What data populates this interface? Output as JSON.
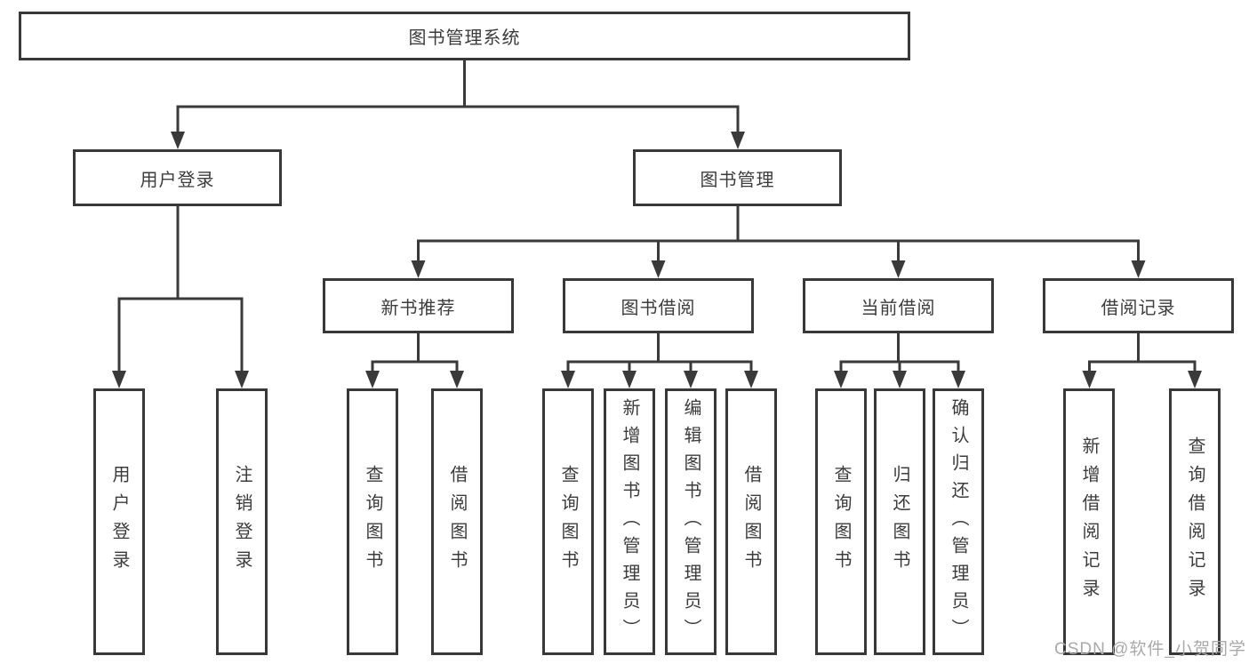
{
  "diagram": {
    "type": "hierarchy",
    "root": {
      "label": "图书管理系统"
    },
    "level2": {
      "user_login": {
        "label": "用户登录"
      },
      "book_management": {
        "label": "图书管理"
      }
    },
    "level3": {
      "new_book_recommend": {
        "label": "新书推荐",
        "parent": "图书管理"
      },
      "book_borrowing": {
        "label": "图书借阅",
        "parent": "图书管理"
      },
      "current_borrowing": {
        "label": "当前借阅",
        "parent": "图书管理"
      },
      "borrowing_records": {
        "label": "借阅记录",
        "parent": "图书管理"
      }
    },
    "leaves": {
      "user_login": {
        "login": "用户登录",
        "logout": "注销登录"
      },
      "new_book_recommend": {
        "query_books": "查询图书",
        "borrow_books": "借阅图书"
      },
      "book_borrowing": {
        "query_books": "查询图书",
        "add_books": "新增图书（管理员）",
        "edit_books": "编辑图书（管理员）",
        "borrow_books": "借阅图书"
      },
      "current_borrowing": {
        "query_books": "查询图书",
        "return_books": "归还图书",
        "confirm_return": "确认归还（管理员）"
      },
      "borrowing_records": {
        "add_record": "新增借阅记录",
        "query_record": "查询借阅记录"
      }
    }
  },
  "watermark": {
    "text": "CSDN @软件_小贺同学"
  },
  "colors": {
    "line": "#3a3a3a",
    "box_border": "#383838",
    "text": "#3c3c3c",
    "background": "#ffffff",
    "watermark": "#a9a9a9"
  }
}
